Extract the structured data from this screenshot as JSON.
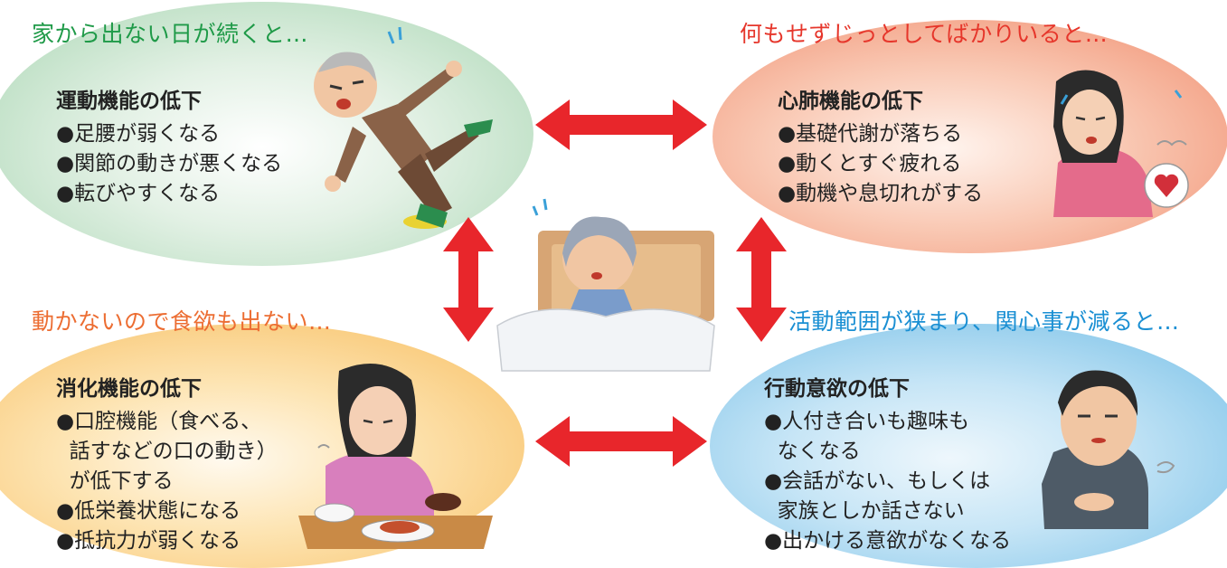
{
  "top_left": {
    "heading": "家から出ない日が続くと…",
    "title": "運動機能の低下",
    "items": [
      "●足腰が弱くなる",
      "●関節の動きが悪くなる",
      "●転びやすくなる"
    ]
  },
  "top_right": {
    "heading": "何もせずじっとしてばかりいると…",
    "title": "心肺機能の低下",
    "items": [
      "●基礎代謝が落ちる",
      "●動くとすぐ疲れる",
      "●動機や息切れがする"
    ]
  },
  "bottom_left": {
    "heading": "動かないので食欲も出ない…",
    "title": "消化機能の低下",
    "items": [
      "●口腔機能（食べる、",
      "  話すなどの口の動き）",
      "  が低下する",
      "●低栄養状態になる",
      "●抵抗力が弱くなる"
    ]
  },
  "bottom_right": {
    "heading": "活動範囲が狭まり、関心事が減ると…",
    "title": "行動意欲の低下",
    "items": [
      "●人付き合いも趣味も",
      "  なくなる",
      "●会話がない、もしくは",
      "  家族としか話さない",
      "●出かける意欲がなくなる"
    ]
  },
  "colors": {
    "arrow": "#e8262b",
    "green_heading": "#1f9a48",
    "red_heading": "#e6362b",
    "orange_heading": "#ec6d32",
    "blue_heading": "#1a8fd3"
  },
  "illustrations": {
    "top_left": "falling-elderly-man-icon",
    "top_right": "breathless-woman-icon",
    "center": "elderly-person-in-bed-icon",
    "bottom_left": "woman-no-appetite-icon",
    "bottom_right": "bored-man-icon"
  }
}
